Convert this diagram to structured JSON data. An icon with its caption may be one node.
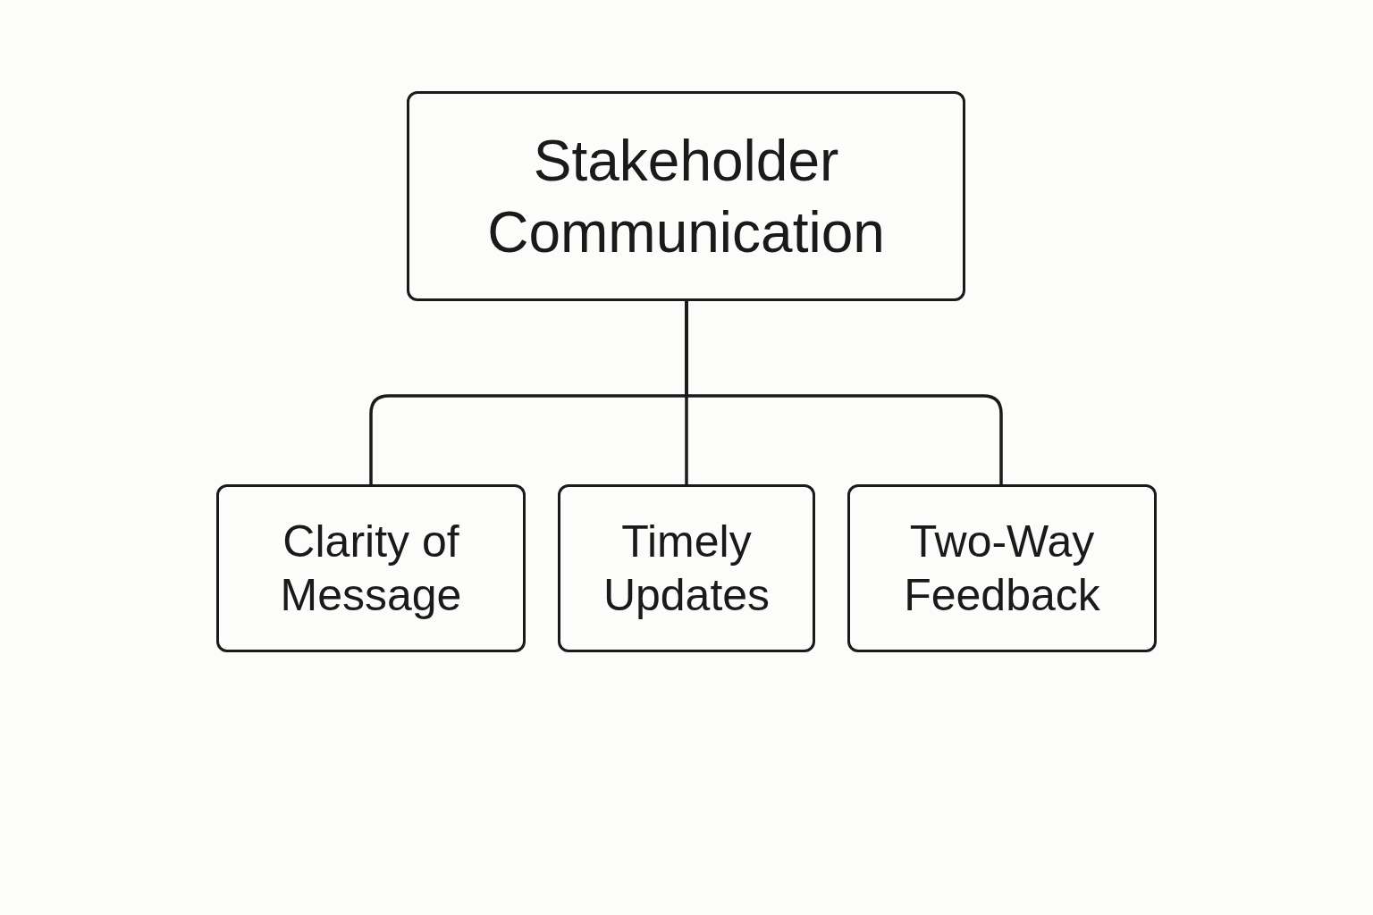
{
  "diagram": {
    "nodes": [
      {
        "text": [
          "Stakeholder Communication"
        ]
      },
      {
        "text": [
          "Clarity of Message"
        ]
      },
      {
        "text": [
          "Timely Updates"
        ]
      },
      {
        "text": [
          "Two-Way Feedback"
        ]
      }
    ],
    "edges": [
      {
        "from": 0,
        "to": 1,
        "arrow": "none"
      },
      {
        "from": 0,
        "to": 2,
        "arrow": "none"
      },
      {
        "from": 0,
        "to": 3,
        "arrow": "none"
      }
    ]
  }
}
